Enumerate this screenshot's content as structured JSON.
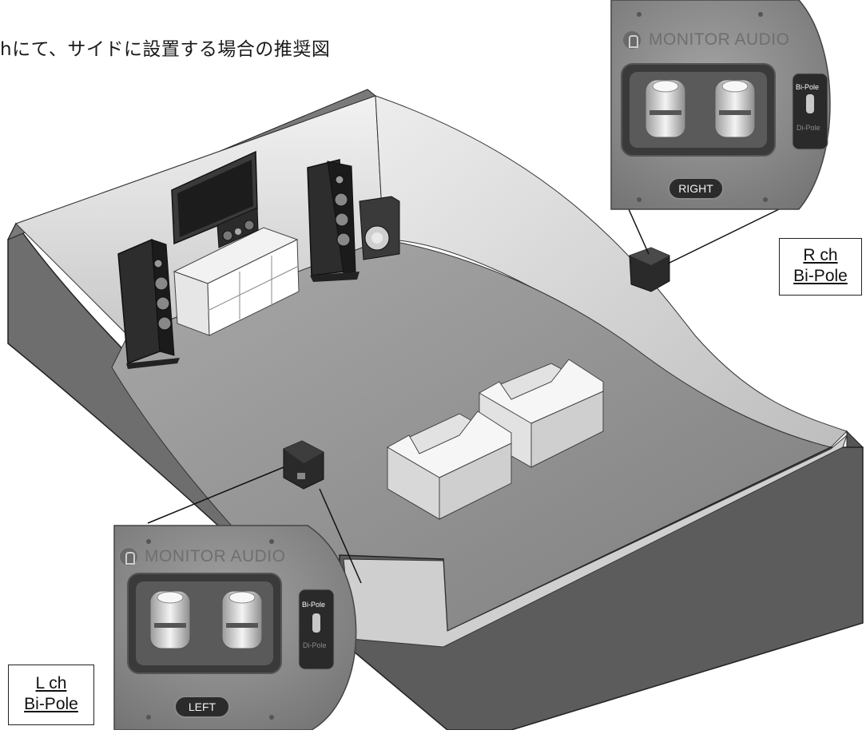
{
  "title": "hにて、サイドに設置する場合の推奨図",
  "right_panel": {
    "brand": "MONITOR AUDIO",
    "switch_top": "Bi-Pole",
    "switch_bottom": "Di-Pole",
    "channel_pill": "RIGHT"
  },
  "left_panel": {
    "brand": "MONITOR AUDIO",
    "switch_top": "Bi-Pole",
    "switch_bottom": "Di-Pole",
    "channel_pill": "LEFT"
  },
  "callout_right": {
    "line1": "R ch",
    "line2": "Bi-Pole"
  },
  "callout_left": {
    "line1": "L ch",
    "line2": "Bi-Pole"
  },
  "colors": {
    "wall_outer": "#6e6e6e",
    "wall_inner": "#d8d8d8",
    "floor": "#8b8b8b",
    "panel": "#8a8a8a"
  }
}
